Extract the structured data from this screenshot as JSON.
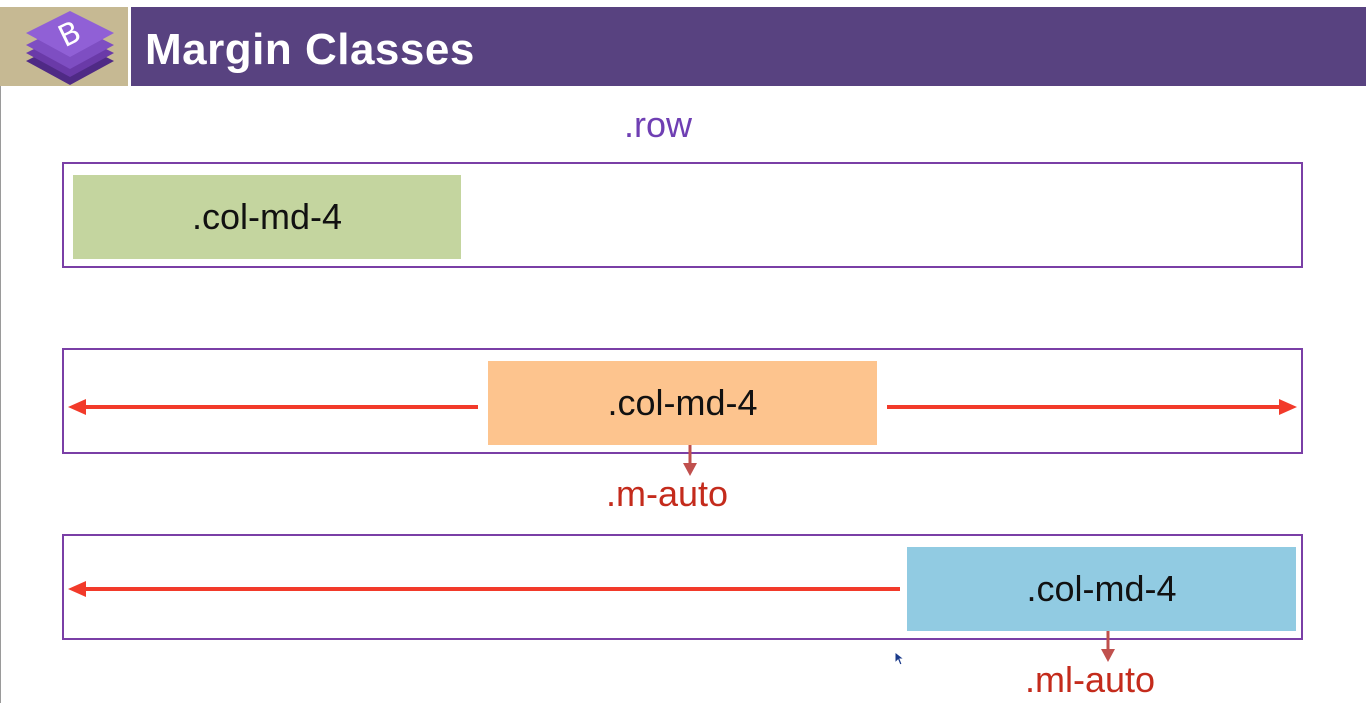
{
  "header": {
    "logo_letter": "B",
    "title": "Margin Classes"
  },
  "diagram": {
    "row_label": ".row",
    "rows": [
      {
        "col_label": ".col-md-4",
        "color": "#c4d59f"
      },
      {
        "col_label": ".col-md-4",
        "color": "#fdc48e",
        "class_label": ".m-auto"
      },
      {
        "col_label": ".col-md-4",
        "color": "#91cbe2",
        "class_label": ".ml-auto"
      }
    ],
    "colors": {
      "header_bg": "#584280",
      "logo_bg": "#c6b993",
      "row_border": "#7a3fa6",
      "arrow": "#f23a2a",
      "class_text": "#c42b1c"
    },
    "icons": [
      "bootstrap-logo-icon",
      "mouse-cursor-icon"
    ]
  }
}
